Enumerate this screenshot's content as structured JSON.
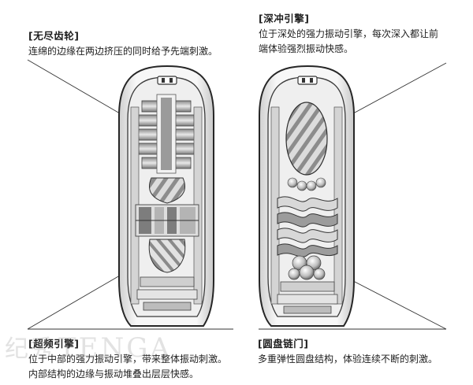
{
  "callouts": {
    "top_left": {
      "title": "[无尽齿轮]",
      "lines": [
        "连绵的边缘在两边挤压的同时给予先端刺激。"
      ]
    },
    "top_right": {
      "title": "[深冲引擎]",
      "lines": [
        "位于深处的强力振动引擎，每次深入都让前",
        "端体验强烈振动快感。"
      ]
    },
    "bottom_left": {
      "title": "[超频引擎]",
      "lines": [
        "位于中部的强力振动引擎，带来整体振动刺激。",
        "内部结构的边缘与振动堆叠出层层快感。"
      ]
    },
    "bottom_right": {
      "title": "[圆盘链门]",
      "lines": [
        "多重弹性圆盘结构，体验连续不断的刺激。"
      ]
    }
  },
  "watermark": {
    "cjk": "纪秀",
    "latin": "TENGA"
  },
  "colors": {
    "line": "#333333",
    "shell_fill": "#f4f4f4",
    "shell_stroke": "#2a2a2a",
    "inner_fill": "#e6e6e6",
    "shade_dark": "#6e6e6e",
    "shade_mid": "#a8a8a8",
    "shade_light": "#d9d9d9"
  }
}
